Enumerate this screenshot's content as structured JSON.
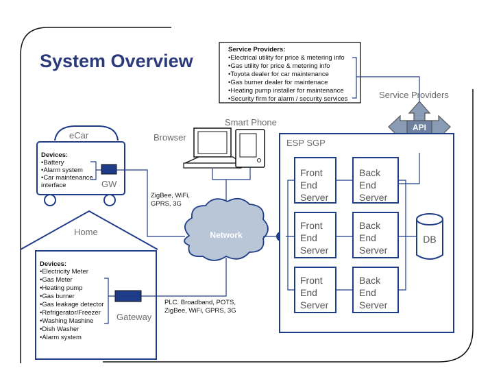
{
  "title": "System Overview",
  "service_providers_box": {
    "heading": "Service Providers:",
    "items": [
      "•Electrical utility for price & metering info",
      "•Gas utility for price & metering info",
      "•Toyota dealer for car maintenance",
      "•Gas burner dealer for maintenace",
      "•Heating pump installer for maintenance",
      "•Security firm for alarm / security services"
    ]
  },
  "service_providers_label": "Service Providers",
  "api_label": "API",
  "ecar": {
    "label": "eCar",
    "devices_heading": "Devices:",
    "devices": [
      "•Battery",
      "•Alarm system",
      "•Car maintenance",
      "interface"
    ],
    "gw_label": "GW"
  },
  "browser_label": "Browser",
  "smart_phone_label": "Smart Phone",
  "esp_sgp_label": "ESP SGP",
  "servers": {
    "front": [
      "Front",
      "End",
      "Server"
    ],
    "back": [
      "Back",
      "End",
      "Server"
    ]
  },
  "db_label": "DB",
  "network_label": "Network",
  "conn_car": [
    "ZigBee, WiFi,",
    "GPRS, 3G"
  ],
  "home": {
    "label": "Home",
    "devices_heading": "Devices:",
    "devices": [
      "•Electricity Meter",
      "•Gas Meter",
      "•Heating pump",
      "•Gas burner",
      "•Gas leakage detector",
      "•Refrigerator/Freezer",
      "•Washing Mashine",
      "•Dish Washer",
      "•Alarm system"
    ],
    "gateway_label": "Gateway"
  },
  "conn_home": [
    "PLC. Broadband, POTS,",
    "ZigBee, WiFi, GPRS, 3G"
  ],
  "colors": {
    "accent": "#1f3c88",
    "title": "#2b3a7a",
    "api_fill": "#8a9bb5"
  }
}
